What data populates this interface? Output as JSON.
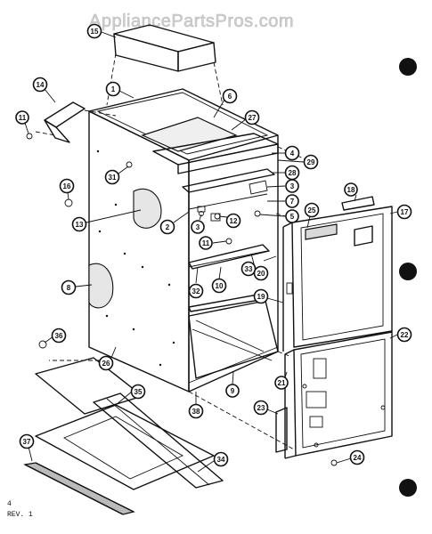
{
  "watermark": "AppliancePartsPros.com",
  "footer": {
    "page": "4",
    "revision": "REV. 1"
  },
  "callouts": [
    "15",
    "1",
    "6",
    "14",
    "11",
    "27",
    "4",
    "29",
    "28",
    "3",
    "31",
    "16",
    "7",
    "5",
    "18",
    "25",
    "17",
    "13",
    "2",
    "3",
    "12",
    "11",
    "33",
    "20",
    "8",
    "32",
    "10",
    "19",
    "36",
    "22",
    "26",
    "9",
    "21",
    "35",
    "38",
    "23",
    "37",
    "24",
    "34"
  ]
}
